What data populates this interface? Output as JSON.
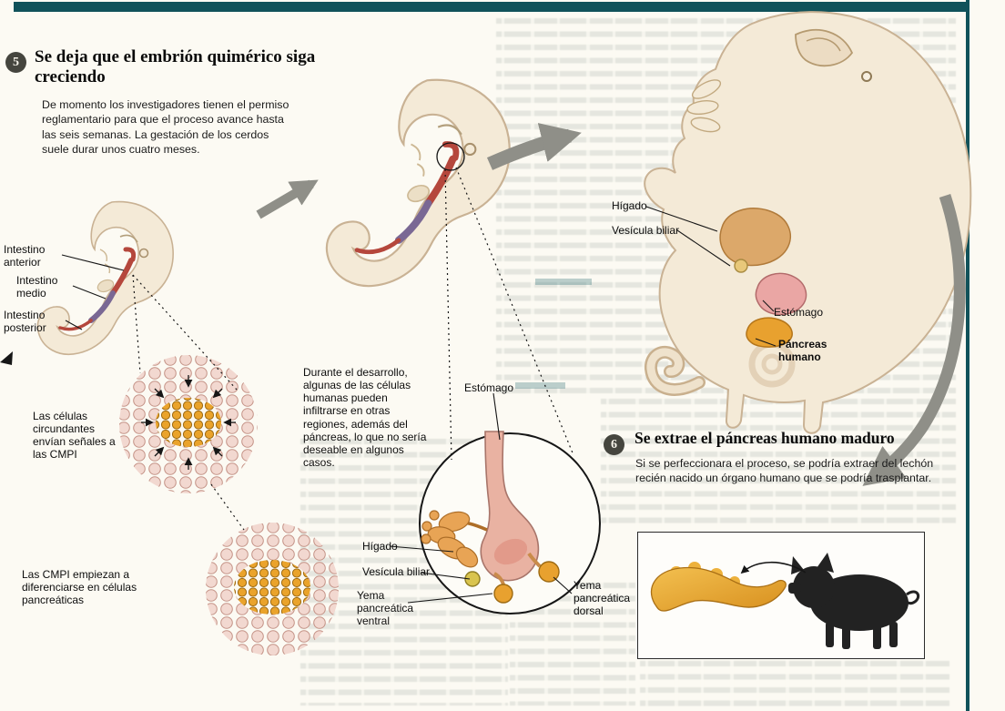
{
  "palette": {
    "top_bar": "#11525a",
    "page_bg": "#fcfaf3",
    "arrow_gray": "#8f8f88",
    "embryo_fill": "#f4ead7",
    "embryo_outline": "#c9b294",
    "gut_red": "#b5473c",
    "gut_purple": "#7a6894",
    "cell_pink": "#f2d8d0",
    "cell_orange": "#eaa32b",
    "liver_orange": "#e8a455",
    "stomach_pink": "#e9b2a2",
    "pancreas_orange": "#e8a12f",
    "pig_black": "#222222"
  },
  "step5": {
    "number": "5",
    "title": "Se deja que el embrión quimérico siga creciendo",
    "body": "De momento los investigadores tienen el permiso reglamentario para que el proceso avance hasta las seis semanas. La gestación de los cerdos suele durar unos cuatro meses."
  },
  "embryo_labels": {
    "intestino_anterior": "Intestino anterior",
    "intestino_medio": "Intestino medio",
    "intestino_posterior": "Intestino posterior"
  },
  "cells": {
    "circle1_caption": "Las células circundantes envían señales a las CMPI",
    "circle2_caption": "Las CMPI empiezan a diferenciarse en células pancreáticas"
  },
  "mid_note": "Durante el desarrollo, algunas de las células humanas pueden infiltrarse en otras regiones, además del páncreas, lo que no sería deseable en algunos casos.",
  "inset": {
    "estomago": "Estómago",
    "higado": "Hígado",
    "vesicula_biliar": "Vesícula biliar",
    "yema_ventral": "Yema pancreática ventral",
    "yema_dorsal": "Yema pancreática dorsal"
  },
  "big_embryo": {
    "higado": "Hígado",
    "vesicula_biliar": "Vesícula biliar",
    "estomago": "Estómago",
    "pancreas_humano": "Páncreas humano"
  },
  "step6": {
    "number": "6",
    "title": "Se extrae el páncreas humano maduro",
    "body": "Si se perfeccionara el proceso, se podría extraer del lechón recién nacido un órgano humano que se podría trasplantar."
  }
}
